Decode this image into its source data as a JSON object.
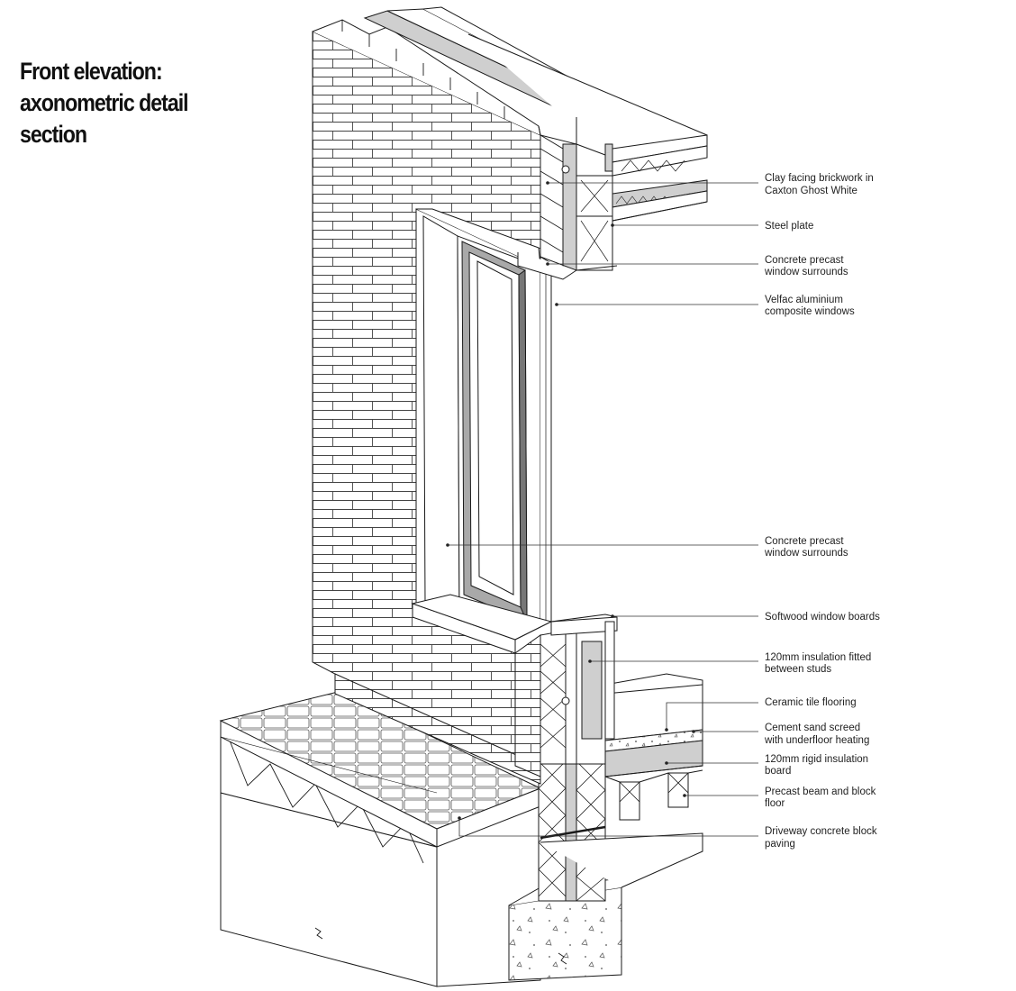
{
  "title": {
    "line1": "Front elevation:",
    "line2": "axonometric detail",
    "line3": "section"
  },
  "callouts": [
    {
      "id": "clay-facing-brickwork",
      "lines": [
        "Clay facing brickwork in",
        "Caxton Ghost White"
      ]
    },
    {
      "id": "steel-plate",
      "lines": [
        "Steel plate"
      ]
    },
    {
      "id": "precast-surrounds-top",
      "lines": [
        "Concrete precast",
        "window surrounds"
      ]
    },
    {
      "id": "velfac-windows",
      "lines": [
        "Velfac aluminium",
        "composite windows"
      ]
    },
    {
      "id": "precast-surrounds-side",
      "lines": [
        "Concrete precast",
        "window surrounds"
      ]
    },
    {
      "id": "softwood-boards",
      "lines": [
        "Softwood window boards"
      ]
    },
    {
      "id": "insulation-studs",
      "lines": [
        "120mm insulation fitted",
        "between studs"
      ]
    },
    {
      "id": "ceramic-tile",
      "lines": [
        "Ceramic tile flooring"
      ]
    },
    {
      "id": "cement-screed",
      "lines": [
        "Cement sand screed",
        "with underfloor heating"
      ]
    },
    {
      "id": "rigid-insulation",
      "lines": [
        "120mm rigid insulation",
        "board"
      ]
    },
    {
      "id": "beam-block-floor",
      "lines": [
        "Precast beam and block",
        "floor"
      ]
    },
    {
      "id": "driveway-paving",
      "lines": [
        "Driveway concrete block",
        "paving"
      ]
    }
  ],
  "colors": {
    "line": "#1a1a1a",
    "insulation": "#cfcfcf",
    "window_frame": "#a9a9a9",
    "brick_face": "#ffffff"
  }
}
